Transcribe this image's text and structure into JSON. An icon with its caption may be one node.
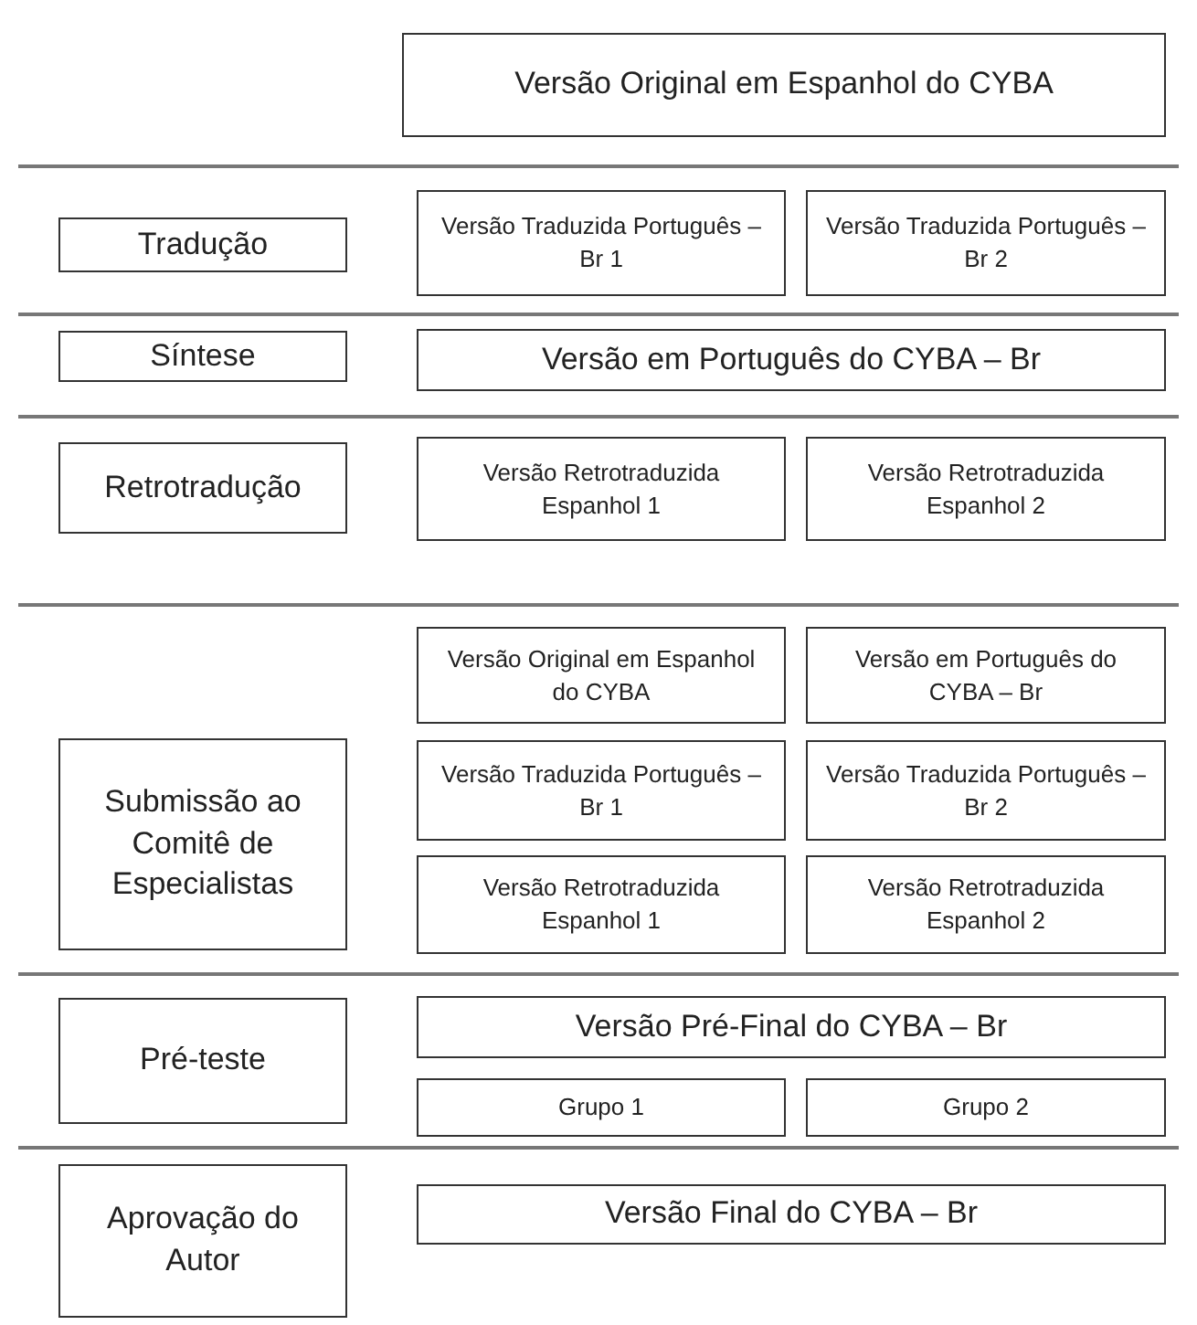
{
  "diagram": {
    "nodes": [
      {
        "text": [
          "Versão Original em Espanhol do CYBA"
        ]
      },
      {
        "text": [
          "Tradução"
        ]
      },
      {
        "text": [
          "Versão Traduzida Português – Br 1"
        ]
      },
      {
        "text": [
          "Versão Traduzida Português – Br 2"
        ]
      },
      {
        "text": [
          "Síntese"
        ]
      },
      {
        "text": [
          "Versão em Português do CYBA – Br"
        ]
      },
      {
        "text": [
          "Retrotradução"
        ]
      },
      {
        "text": [
          "Versão Retrotraduzida Espanhol 1"
        ]
      },
      {
        "text": [
          "Versão Retrotraduzida Espanhol 2"
        ]
      },
      {
        "text": [
          "Submissão ao Comitê de Especialistas"
        ]
      },
      {
        "text": [
          "Versão Original em Espanhol do CYBA"
        ]
      },
      {
        "text": [
          "Versão em Português do CYBA – Br"
        ]
      },
      {
        "text": [
          "Versão Traduzida Português – Br 1"
        ]
      },
      {
        "text": [
          "Versão Traduzida Português – Br 2"
        ]
      },
      {
        "text": [
          "Versão Retrotraduzida Espanhol 1"
        ]
      },
      {
        "text": [
          "Versão Retrotraduzida Espanhol 2"
        ]
      },
      {
        "text": [
          "Pré-teste"
        ]
      },
      {
        "text": [
          "Versão Pré-Final do CYBA – Br"
        ]
      },
      {
        "text": [
          "Grupo 1"
        ]
      },
      {
        "text": [
          "Grupo 2"
        ]
      },
      {
        "text": [
          "Aprovação do Autor"
        ]
      },
      {
        "text": [
          "Versão Final do CYBA – Br"
        ]
      }
    ]
  }
}
